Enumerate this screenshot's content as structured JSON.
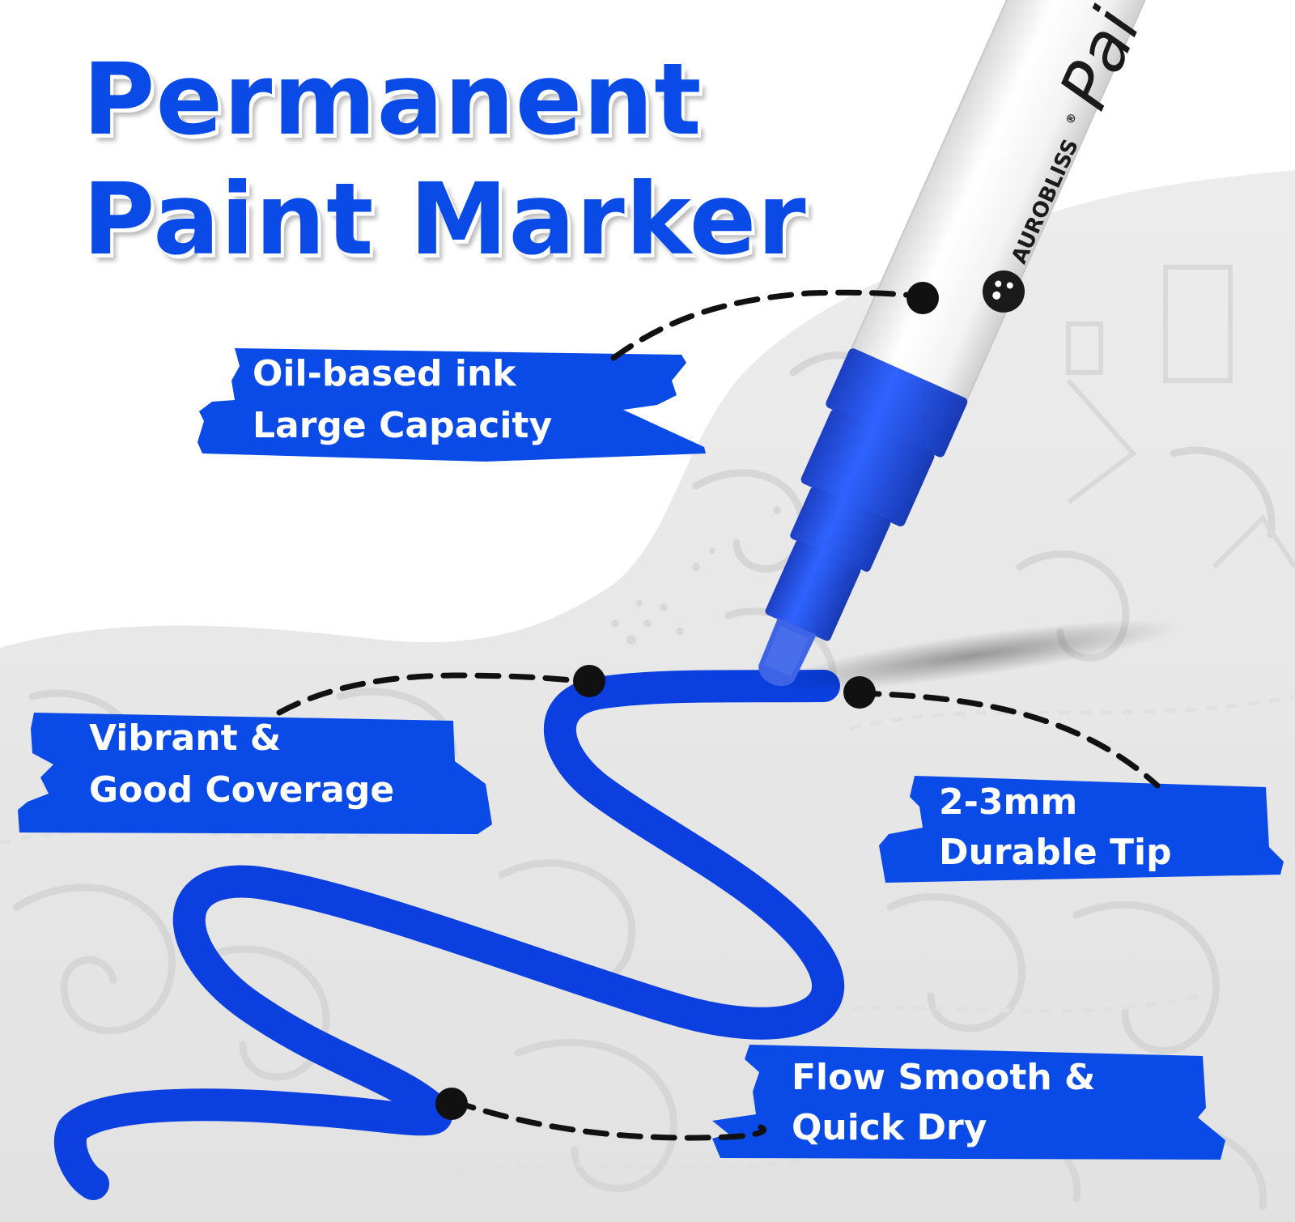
{
  "title": {
    "line1": "Permanent",
    "line2": "Paint Marker"
  },
  "brand": {
    "name": "AUROBLISS",
    "registered_mark": "®",
    "barrel_text": "Pai"
  },
  "features": {
    "ink": {
      "line1": "Oil-based ink",
      "line2": "Large Capacity"
    },
    "coverage": {
      "line1": "Vibrant &",
      "line2": "Good Coverage"
    },
    "tip": {
      "line1": "2-3mm",
      "line2": "Durable Tip"
    },
    "flow": {
      "line1": "Flow Smooth &",
      "line2": "Quick Dry"
    }
  },
  "colors": {
    "brand_blue": "#0a4be8",
    "ink_blue": "#0b3fe0",
    "background_pattern": "#e6e6e6",
    "connector": "#111111"
  }
}
